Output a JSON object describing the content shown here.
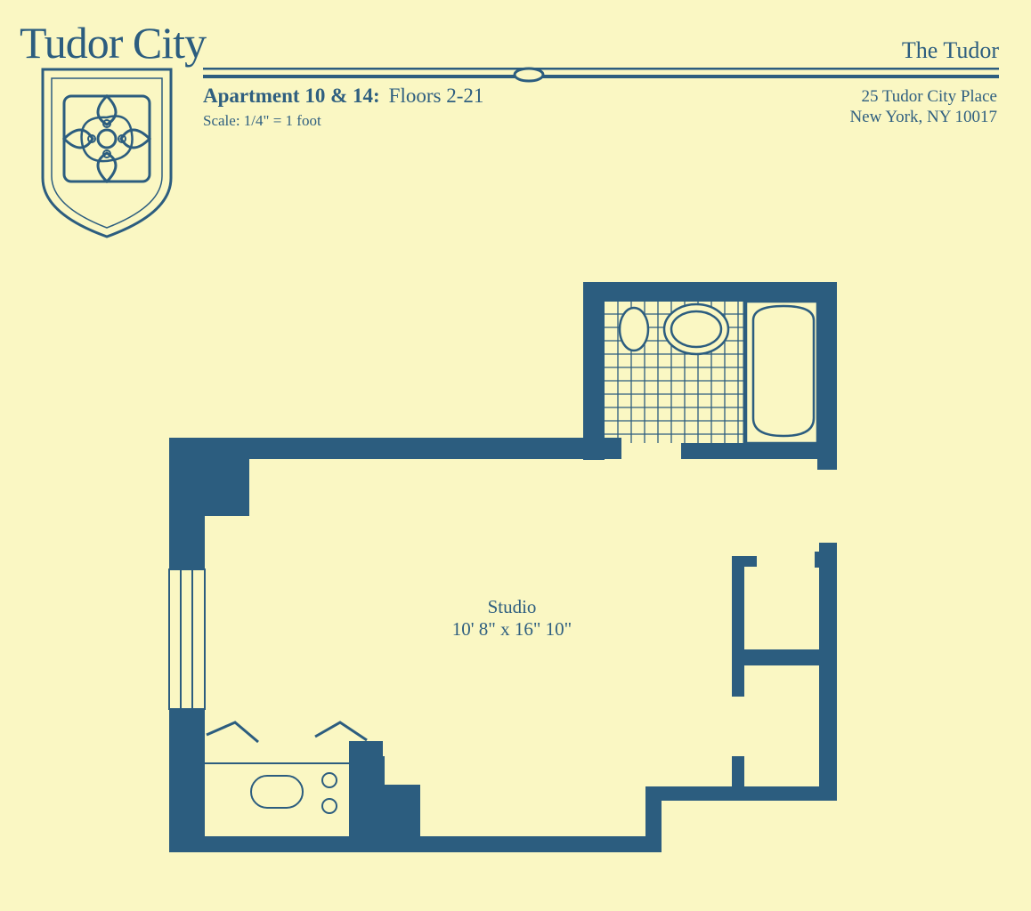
{
  "brand": {
    "name": "Tudor City"
  },
  "building": {
    "name": "The Tudor"
  },
  "apartment": {
    "title": "Apartment 10 & 14:",
    "floors": "Floors 2-21",
    "scale": "Scale: 1/4\" = 1 foot"
  },
  "address": {
    "line1": "25 Tudor City Place",
    "line2": "New York, NY 10017"
  },
  "room": {
    "name": "Studio",
    "dimensions": "10' 8\" x 16\" 10\""
  },
  "icons": [
    "tudor-rose-shield-icon",
    "toilet-icon",
    "sink-icon",
    "bathtub-icon",
    "kitchen-sink-icon",
    "stove-burner-icon"
  ],
  "colors": {
    "ink": "#2c5d7f",
    "paper": "#faf7c3"
  }
}
